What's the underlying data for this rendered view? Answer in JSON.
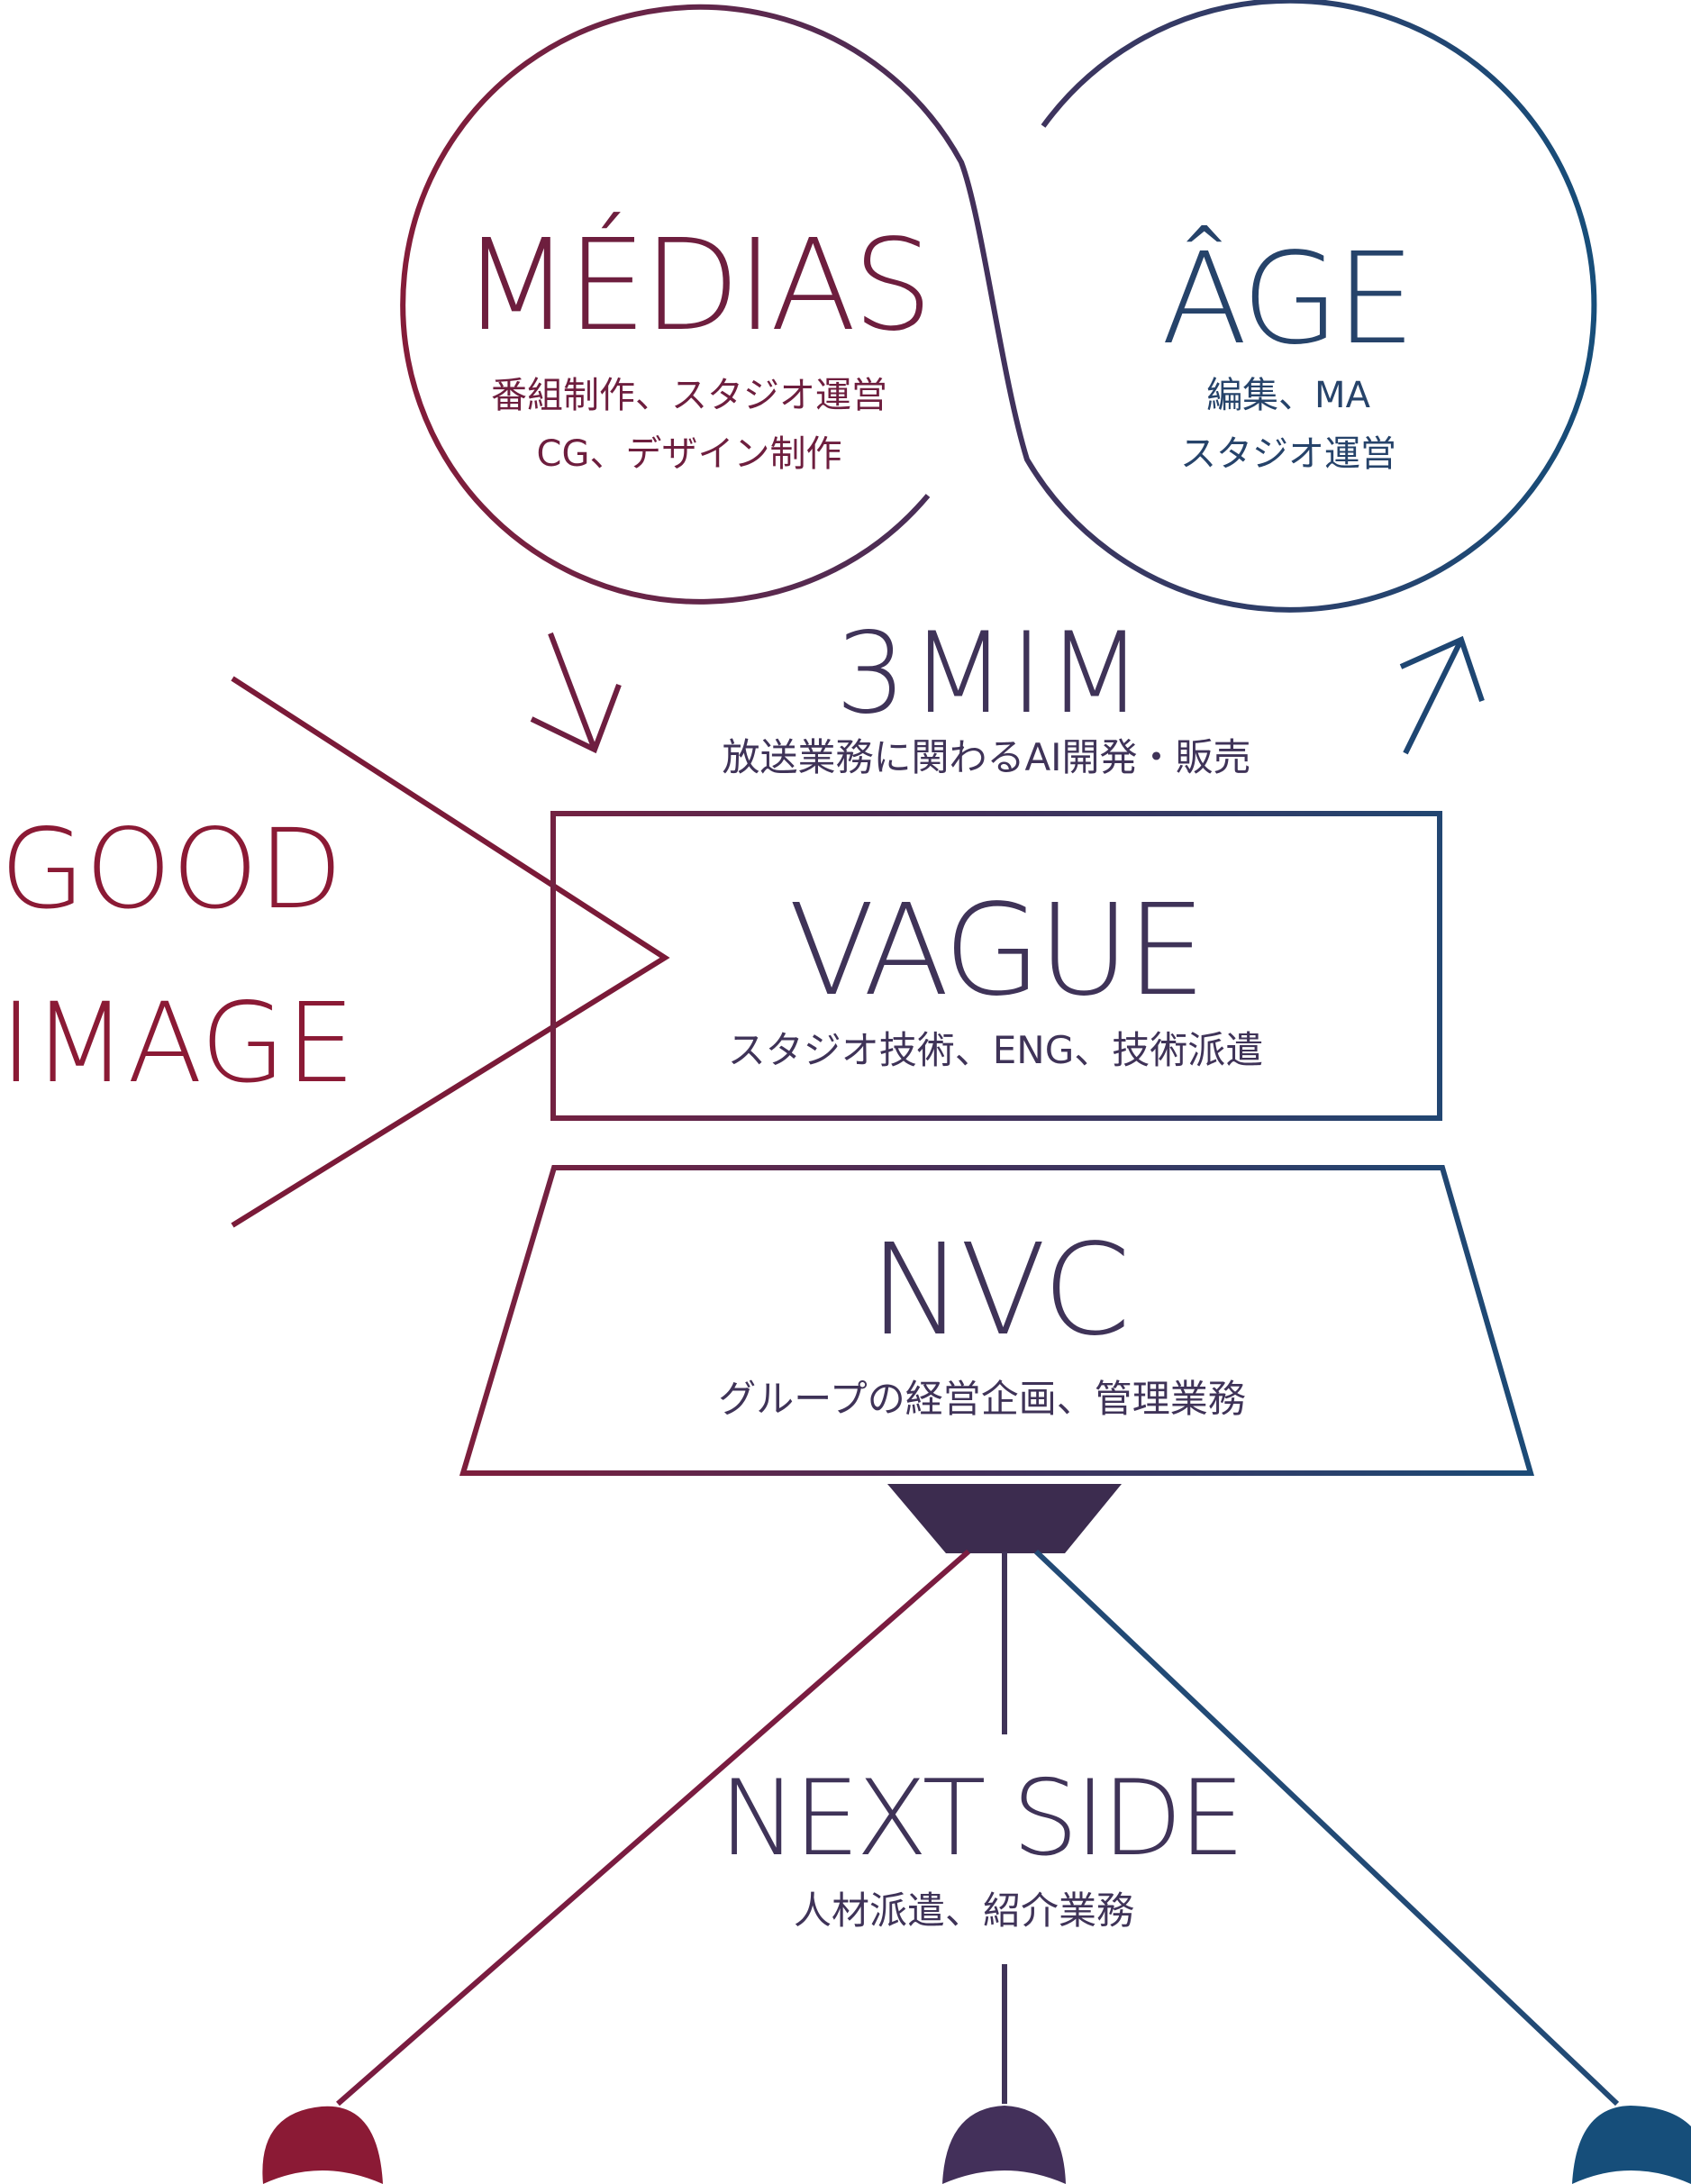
{
  "colors": {
    "red": "#8B1A35",
    "purple": "#43305A",
    "blue": "#164E7A"
  },
  "nodes": {
    "medias": {
      "title": "MÉDIAS",
      "lines": [
        "番組制作、スタジオ運営",
        "CG、デザイン制作"
      ]
    },
    "age": {
      "title": "ÂGE",
      "lines": [
        "編集、MA",
        "スタジオ運営"
      ]
    },
    "mim": {
      "title": "3MIM",
      "lines": [
        "放送業務に関わるAI開発・販売"
      ]
    },
    "good_image": {
      "lines": [
        "GOOD",
        "IMAGE"
      ]
    },
    "vague": {
      "title": "VAGUE",
      "lines": [
        "スタジオ技術、ENG、技術派遣"
      ]
    },
    "nvc": {
      "title": "NVC",
      "lines": [
        "グループの経営企画、管理業務"
      ]
    },
    "next_side": {
      "title": "NEXT SIDE",
      "lines": [
        "人材派遣、紹介業務"
      ]
    }
  }
}
